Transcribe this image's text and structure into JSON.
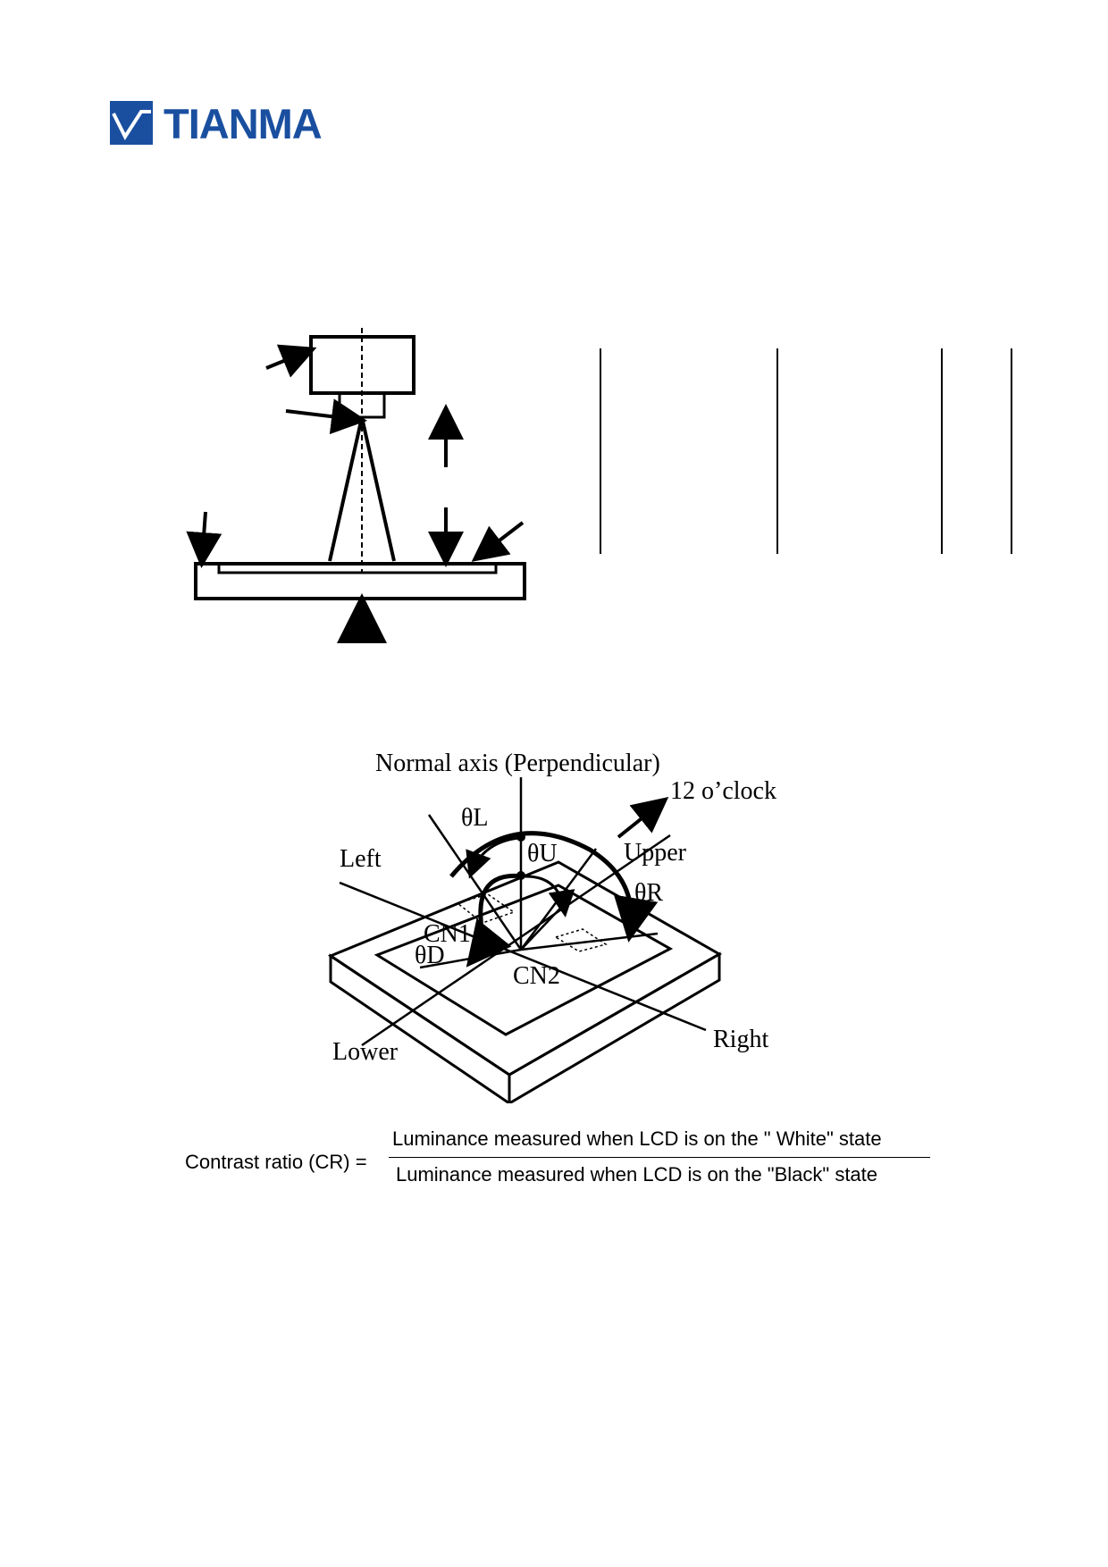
{
  "logo": {
    "brand_name": "TIANMA",
    "brand_color": "#1a4fa0"
  },
  "viewing_angle_figure": {
    "normal_axis": "Normal axis (Perpendicular)",
    "twelve_oclock": "12 o’clock",
    "theta_l": "θL",
    "theta_u": "θU",
    "theta_r": "θR",
    "theta_d": "θD",
    "left": "Left",
    "upper": "Upper",
    "right": "Right",
    "lower": "Lower",
    "cn1": "CN1",
    "cn2": "CN2"
  },
  "contrast_ratio": {
    "lhs": "Contrast ratio (CR) =",
    "numerator": "Luminance measured when LCD is on the \" White\" state",
    "denominator": "Luminance measured when LCD is on the \"Black\" state"
  }
}
